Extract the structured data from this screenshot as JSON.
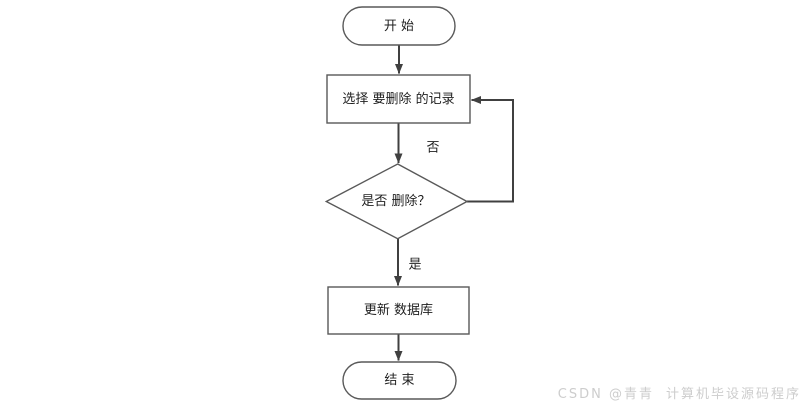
{
  "flowchart": {
    "nodes": {
      "start": {
        "label": "开 始",
        "type": "terminator"
      },
      "select": {
        "label": "选择 要删除 的记录",
        "type": "process"
      },
      "decision": {
        "label": "是否 删除？",
        "type": "decision"
      },
      "update": {
        "label": "更新 数据库",
        "type": "process"
      },
      "end": {
        "label": "结 束",
        "type": "terminator"
      }
    },
    "edge_labels": {
      "no": "否",
      "yes": "是"
    },
    "colors": {
      "shape_border": "#595959",
      "arrow": "#404040",
      "text": "#1f1f1f",
      "watermark": "#cdcdcd",
      "background": "#ffffff"
    }
  },
  "watermark": {
    "brand": "CSDN @青青",
    "tagline": "计算机毕设源码程序"
  }
}
